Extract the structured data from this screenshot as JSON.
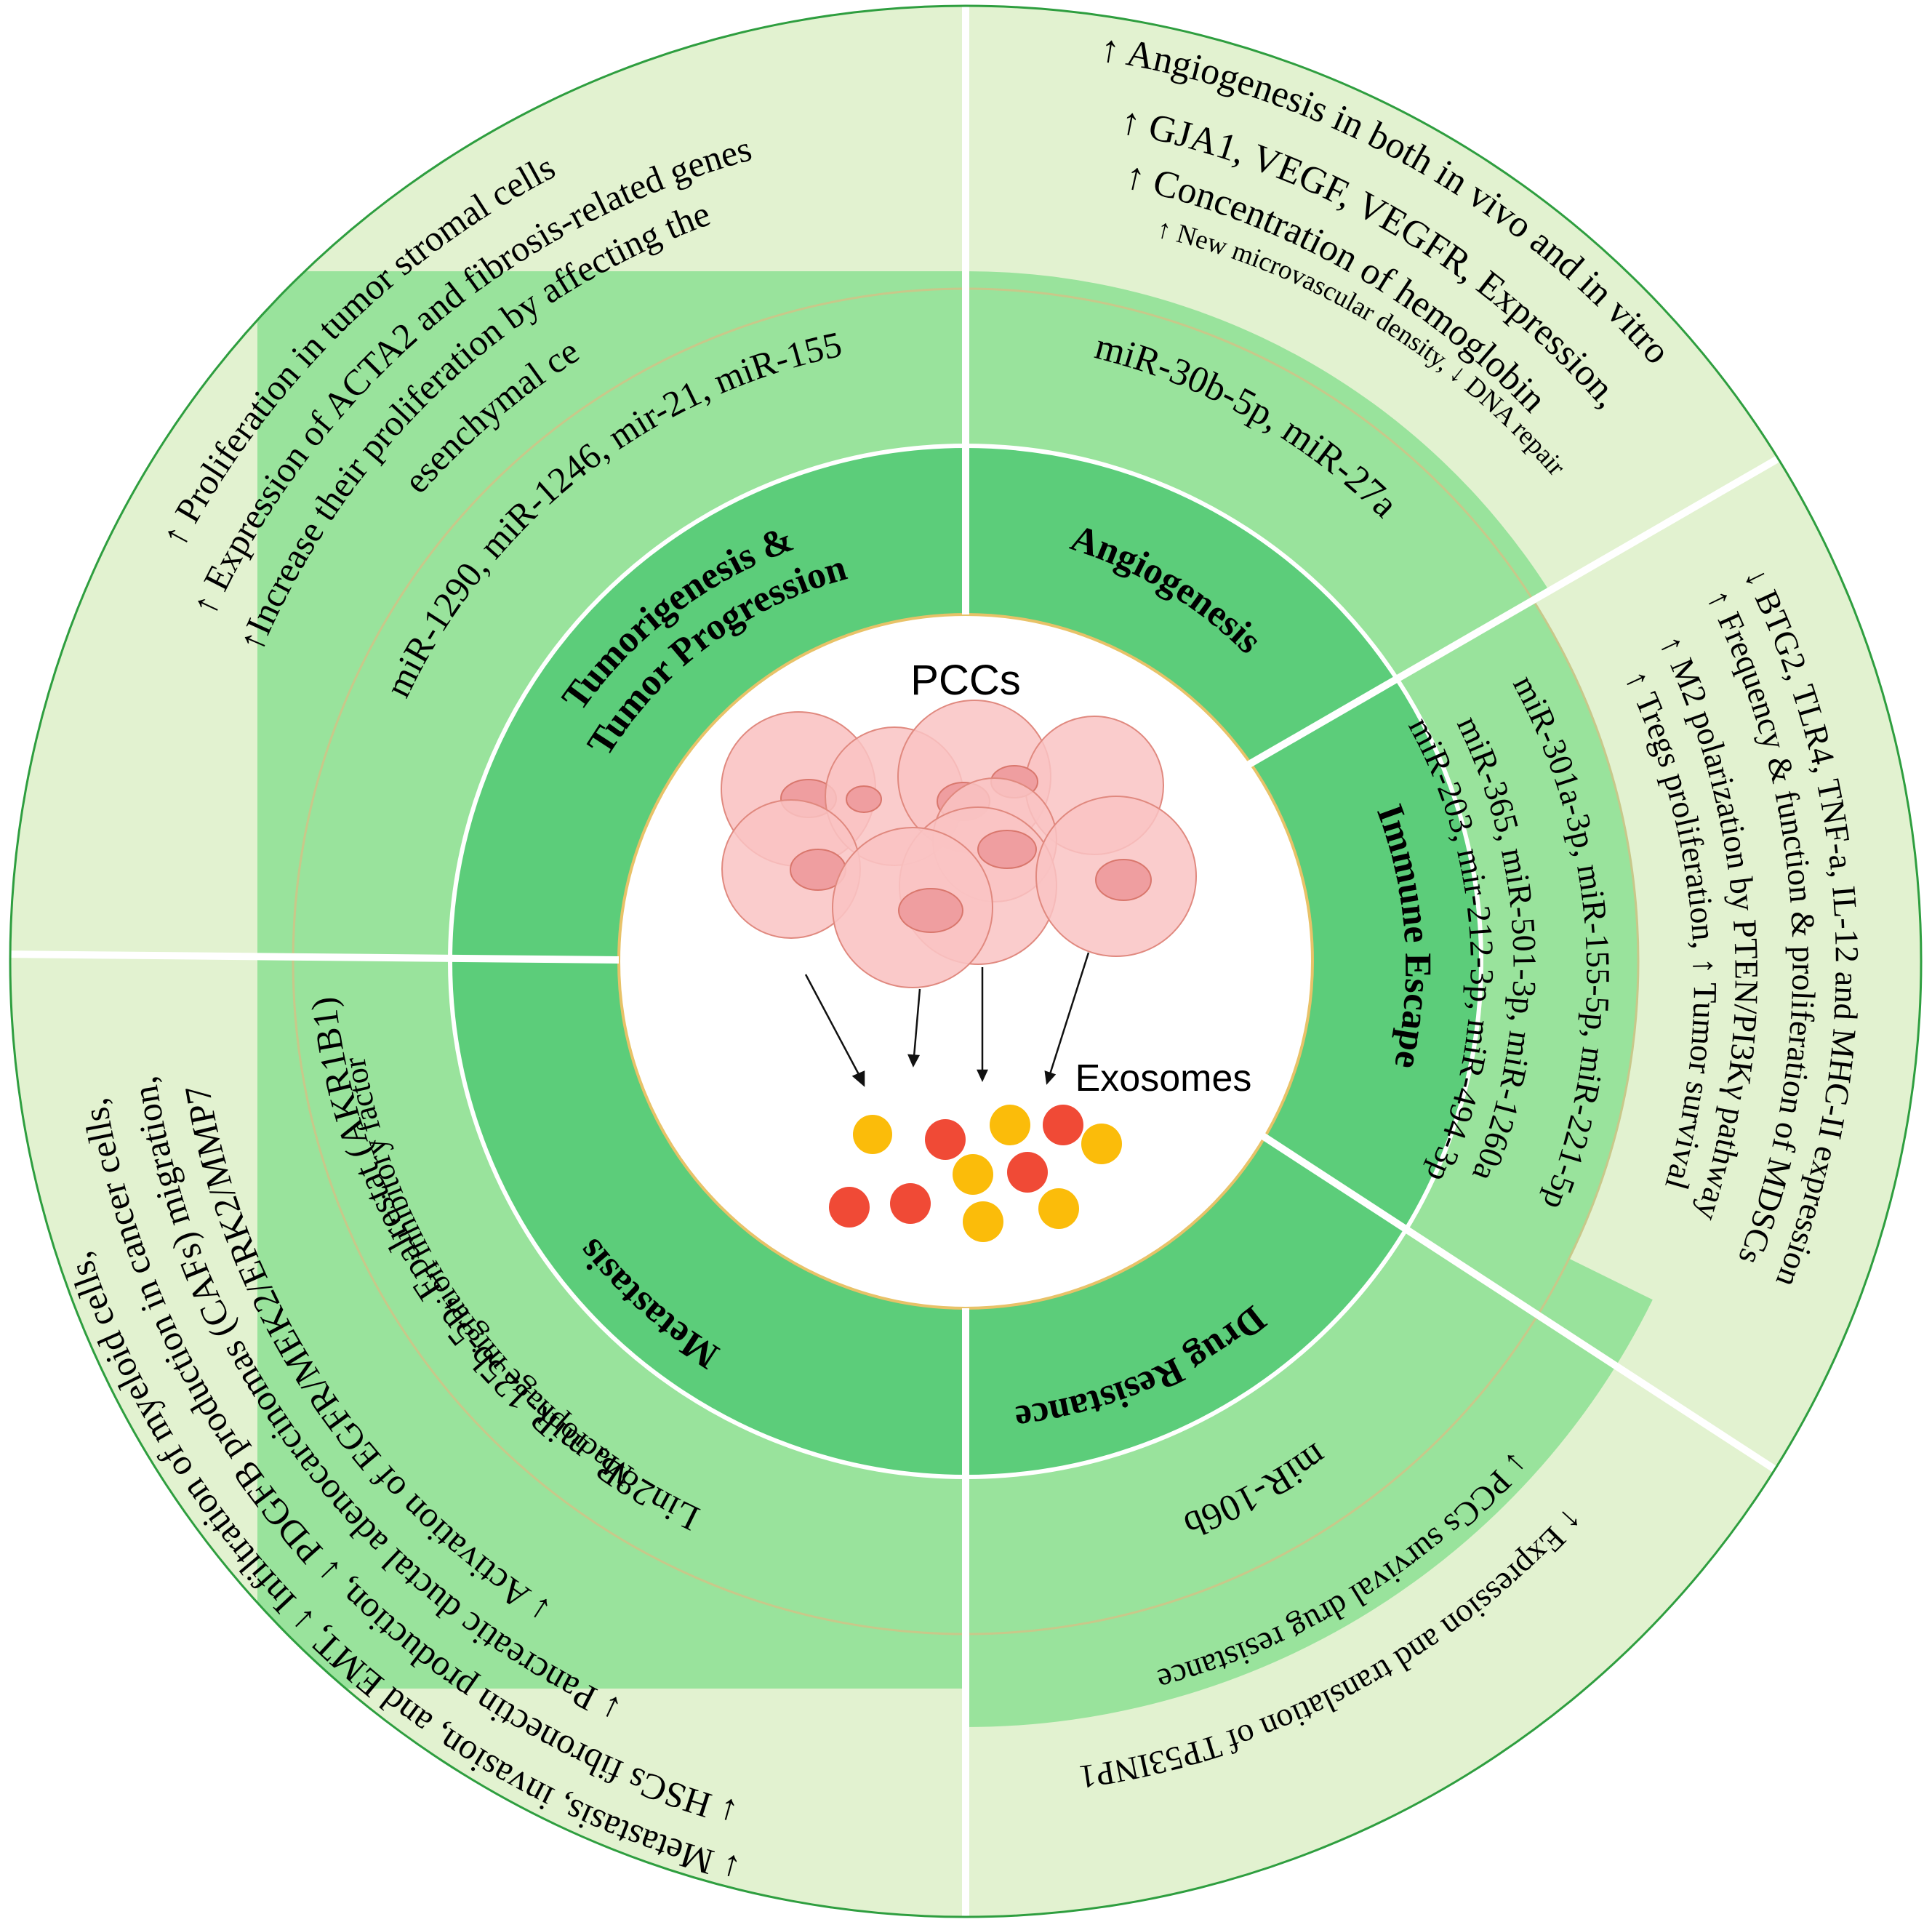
{
  "center": {
    "label_cells": "PCCs",
    "label_exosomes": "Exosomes"
  },
  "colors": {
    "outer_ring": "#e2f2d0",
    "outer_border": "#2e9e3f",
    "middle_ring": "#99e39c",
    "inner_ring": "#5ccd7a",
    "core_border": "#e8c268",
    "cell_fill": "#f9c3c3",
    "cell_stroke": "#e0897f",
    "nucleus_fill": "#ef9ea0",
    "exosome_red": "#f04a36",
    "exosome_yellow": "#fbbc0a"
  },
  "sectors": {
    "tumorigenesis": {
      "title_line1": "Tumorigenesis  &",
      "title_line2": "Tumor Progression",
      "mirnas": "miR-1290, miR-1246, mir-21, miR-155",
      "effect1": "↑ Proliferation in tumor stromal cells",
      "effect2": "↑ Expression of ACTA2 and fibrosis-related genes",
      "effect3": "↑Increase their proliferation by affecting the",
      "effect4": "mesenchymal cells"
    },
    "angiogenesis": {
      "title": "Angiogenesis",
      "mirnas": "miR-30b-5p, miR-27a",
      "effect1": "↑ Angiogenesis in both in vivo and in vitro",
      "effect2": "↑ GJA1, VEGF, VEGFR, Expression,",
      "effect3": "↑ Concentration of hemoglobin",
      "effect4": "↑ New microvascular density, ↓ DNA repair"
    },
    "immune": {
      "title": "Immune Escape",
      "mirna1": "miR-301a-3p, miR-155-5p, miR-221-5p",
      "mirna2": "miR-365, miR-501-3p, miR-1260a",
      "mirna3": "miR-203, mir-212-3p, miR-494-3p",
      "effect1": "↓ BTG2, TLR4, TNF-a, IL-12 and MHC-II expression",
      "effect2": "↑ Frequency & function & proliferation of MDSCs",
      "effect3": "↑ M2 polarization by PTEN/PI3Kγ pathway",
      "effect4": "↑ Tregs proliferation, ↑ Tumor survival"
    },
    "drug": {
      "title": "Drug Resistance",
      "mirnas": "miR-106b",
      "effect1": "↑ Expression and translation of TP53INP1",
      "effect2": "↓ PCCs survival drug resistance"
    },
    "metastasis": {
      "title": "Metastasis",
      "mirna1": "Macrophage migration inhibitory factor",
      "mirna2": "Lin28B, miR-125b-5p, Epalrestat (AKR1B1)",
      "effect1": "↓ Activation of EGFR/MEK2/ERK2/MMP7",
      "effect2": "↓ Pancreatic ductal adenocarcinomas (CAFs) migration,",
      "effect3": "↓ HSCs fibronectin production, ↓ PDGFB production in cancer cells,",
      "effect4": "↓ Metastasis, invasion, and EMT, ↓ Infiltration of myeloid cells,"
    }
  }
}
